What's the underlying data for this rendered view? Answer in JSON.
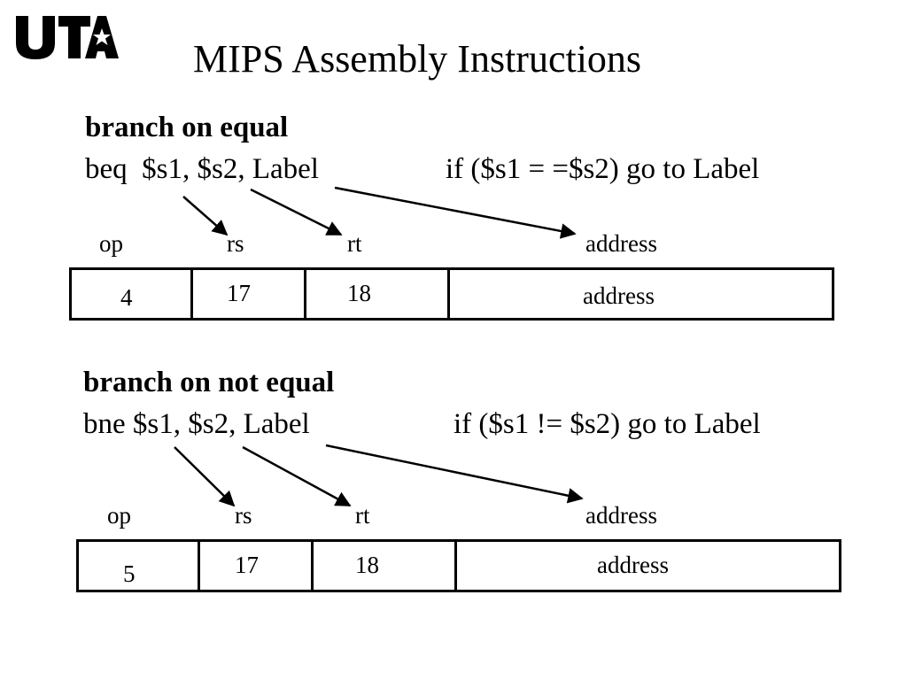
{
  "header": {
    "logo_text": "UTA",
    "title": "MIPS Assembly Instructions"
  },
  "sections": [
    {
      "heading": "branch on equal",
      "instruction": "beq  $s1, $s2, Label",
      "meaning": "if ($s1 = =$s2) go to Label",
      "field_labels": [
        "op",
        "rs",
        "rt",
        "address"
      ],
      "field_values": [
        "4",
        "17",
        "18",
        "address"
      ]
    },
    {
      "heading": "branch on not equal",
      "instruction": "bne $s1, $s2, Label",
      "meaning": "if ($s1 != $s2) go to Label",
      "field_labels": [
        "op",
        "rs",
        "rt",
        "address"
      ],
      "field_values": [
        "5",
        "17",
        "18",
        "address"
      ]
    }
  ]
}
